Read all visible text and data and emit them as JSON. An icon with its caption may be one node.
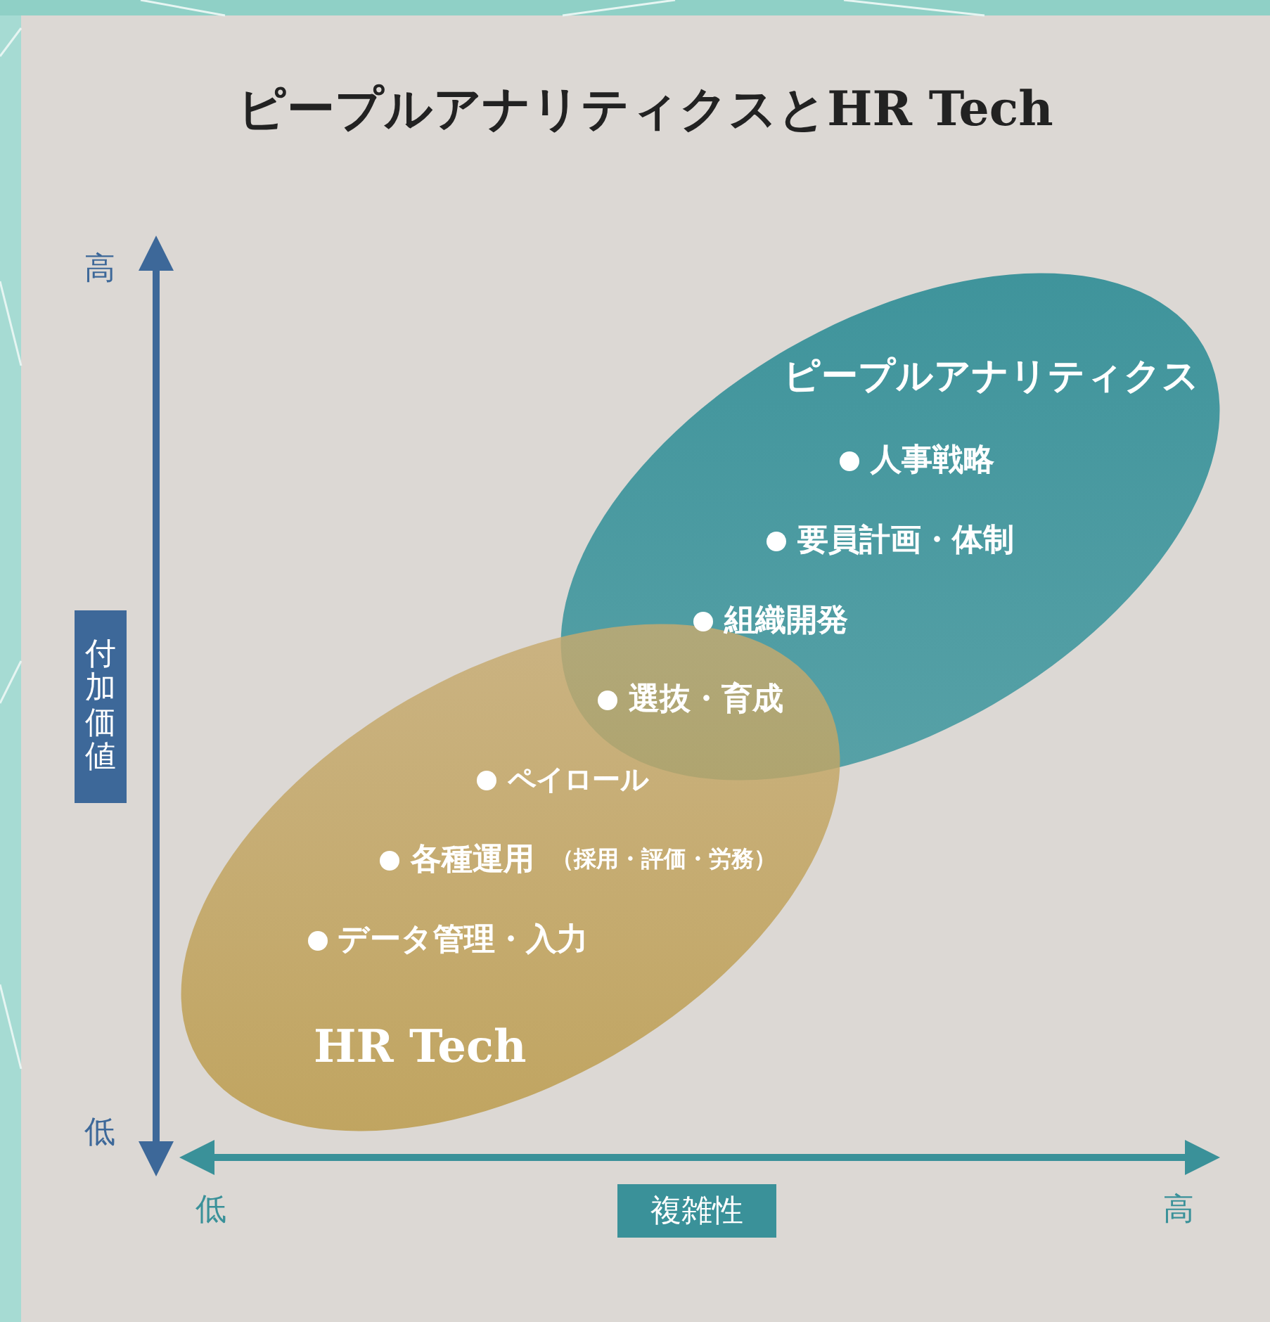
{
  "diagram": {
    "title": "ピープルアナリティクスとHR Tech",
    "nodes": [
      {
        "text": [
          "ピープルアナリティクス"
        ]
      },
      {
        "text": [
          "付加価値"
        ]
      },
      {
        "text": [
          "HR Tech"
        ]
      },
      {
        "text": [
          "複雑性"
        ]
      }
    ],
    "labels": [
      "高",
      "人事戦略",
      "要員計画・体制",
      "組織開発",
      "選抜・育成",
      "ペイロール",
      "各種運用",
      "（採用・評価・労務）",
      "データ管理・入力",
      "低",
      "低",
      "高"
    ]
  }
}
